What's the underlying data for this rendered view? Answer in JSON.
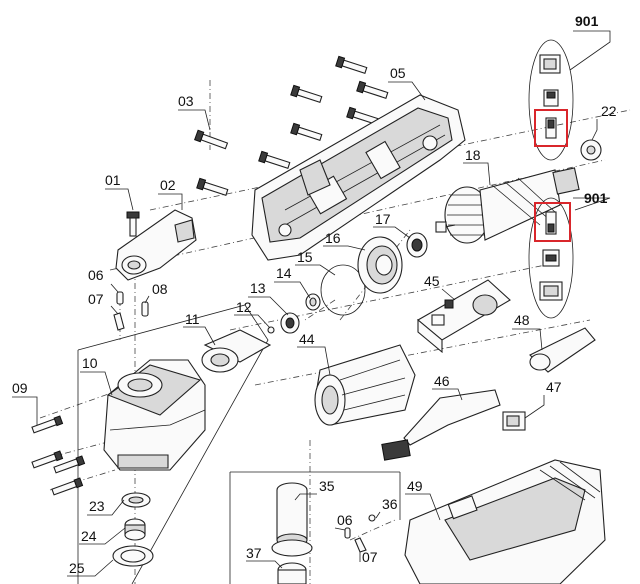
{
  "diagram": {
    "labels": {
      "l01": "01",
      "l02": "02",
      "l03": "03",
      "l05": "05",
      "l06a": "06",
      "l07a": "07",
      "l08": "08",
      "l09": "09",
      "l10": "10",
      "l11": "11",
      "l12": "12",
      "l13": "13",
      "l14": "14",
      "l15": "15",
      "l16": "16",
      "l17": "17",
      "l18": "18",
      "l22": "22",
      "l23": "23",
      "l24": "24",
      "l25": "25",
      "l35": "35",
      "l36": "36",
      "l37": "37",
      "l44": "44",
      "l45": "45",
      "l46": "46",
      "l47": "47",
      "l48": "48",
      "l49": "49",
      "l06b": "06",
      "l07b": "07",
      "l901a": "901",
      "l901b": "901"
    },
    "highlight_color": "#d9262b"
  }
}
